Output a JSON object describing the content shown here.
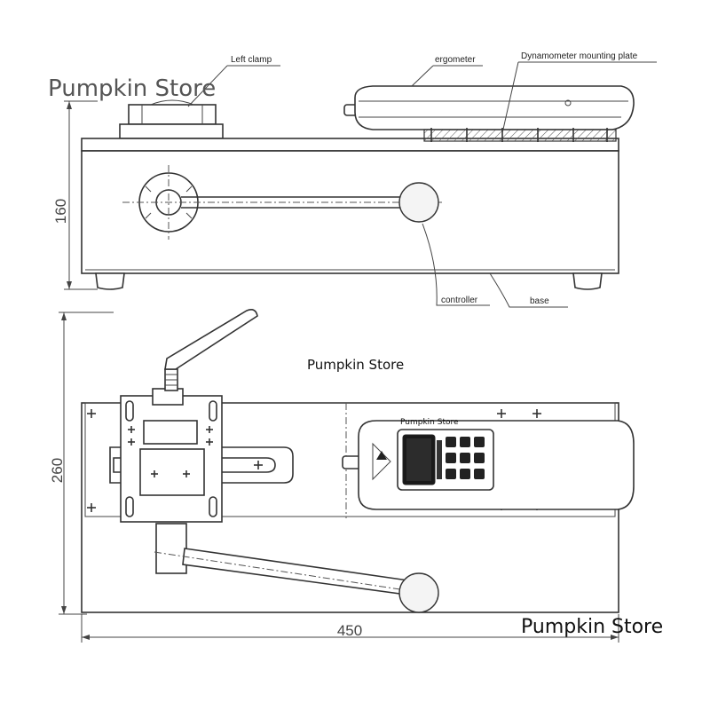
{
  "callouts": {
    "left_clamp": "Left clamp",
    "ergometer": "ergometer",
    "mounting_plate": "Dynamometer mounting plate",
    "controller": "controller",
    "base": "base"
  },
  "dimensions": {
    "height_side": "160",
    "depth_top": "260",
    "length_top": "450"
  },
  "watermarks": {
    "top_left": "Pumpkin Store",
    "center": "Pumpkin Store",
    "on_device": "Pumpkin Store",
    "bottom_right": "Pumpkin Store"
  }
}
